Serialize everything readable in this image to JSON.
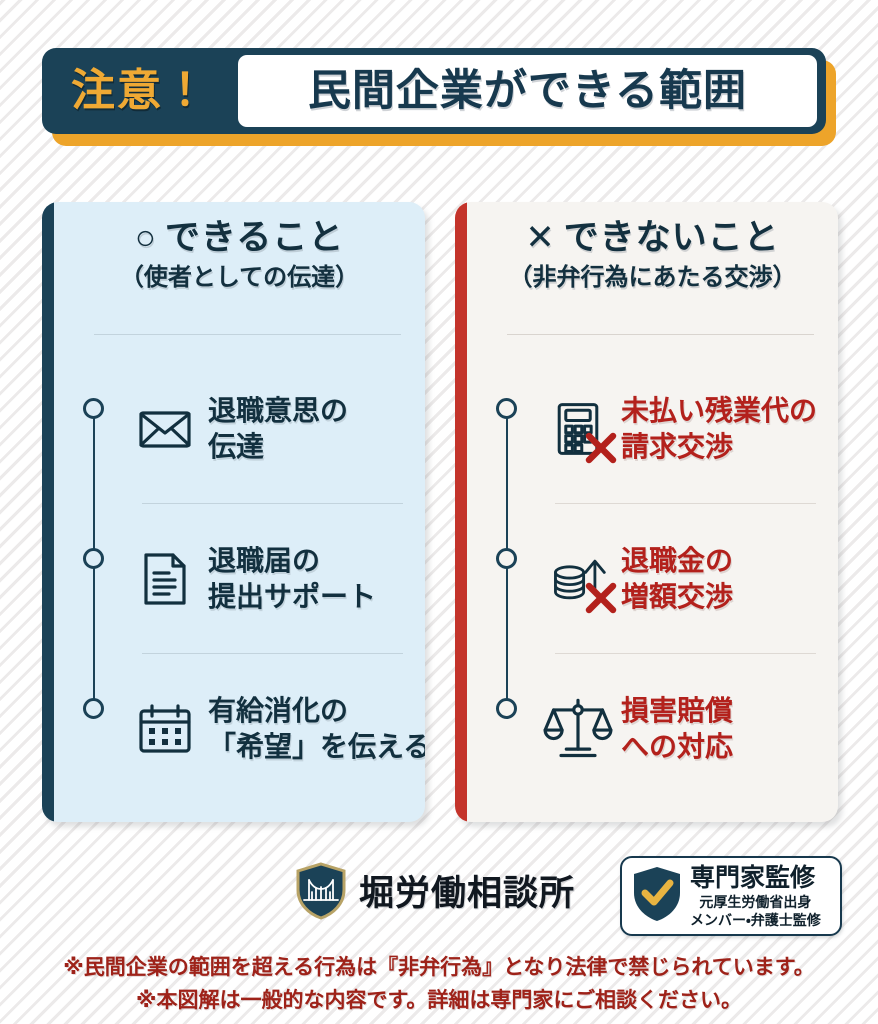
{
  "header": {
    "alert_label": "注意！",
    "title": "民間企業ができる範囲",
    "colors": {
      "navy": "#1b4257",
      "orange": "#efa934",
      "white": "#ffffff"
    }
  },
  "cards": [
    {
      "side": "left",
      "mark": "○",
      "title": "できること",
      "subtitle": "（使者としての伝達）",
      "accent_color": "#1b4257",
      "background_color": "#ddeef8",
      "text_color": "#12303f",
      "items": [
        {
          "icon": "envelope-icon",
          "line1": "退職意思の",
          "line2": "伝達",
          "blocked": false
        },
        {
          "icon": "document-icon",
          "line1": "退職届の",
          "line2": "提出サポート",
          "blocked": false
        },
        {
          "icon": "calendar-icon",
          "line1": "有給消化の",
          "line2": "「希望」を伝える",
          "blocked": false
        }
      ]
    },
    {
      "side": "right",
      "mark": "✕",
      "title": "できないこと",
      "subtitle": "（非弁行為にあたる交渉）",
      "accent_color": "#c4342b",
      "background_color": "#f6f4f1",
      "text_color": "#b3211c",
      "items": [
        {
          "icon": "calculator-icon",
          "line1": "未払い残業代の",
          "line2": "請求交渉",
          "blocked": true
        },
        {
          "icon": "coins-up-arrow-icon",
          "line1": "退職金の",
          "line2": "増額交渉",
          "blocked": true
        },
        {
          "icon": "scales-of-justice-icon",
          "line1": "損害賠償",
          "line2": "への対応",
          "blocked": false
        }
      ]
    }
  ],
  "footer": {
    "brand_name": "堀労働相談所",
    "brand_logo_icon": "shield-bridge-icon",
    "badge": {
      "icon": "shield-check-icon",
      "title": "専門家監修",
      "line1": "元厚生労働省出身",
      "line2": "メンバー・弁護士監修"
    },
    "disclaimer_line1": "※民間企業の範囲を超える行為は『非弁行為』となり法律で禁じられています。",
    "disclaimer_line2": "※本図解は一般的な内容です。詳細は専門家にご相談ください。",
    "disclaimer_color": "#9e2219"
  }
}
